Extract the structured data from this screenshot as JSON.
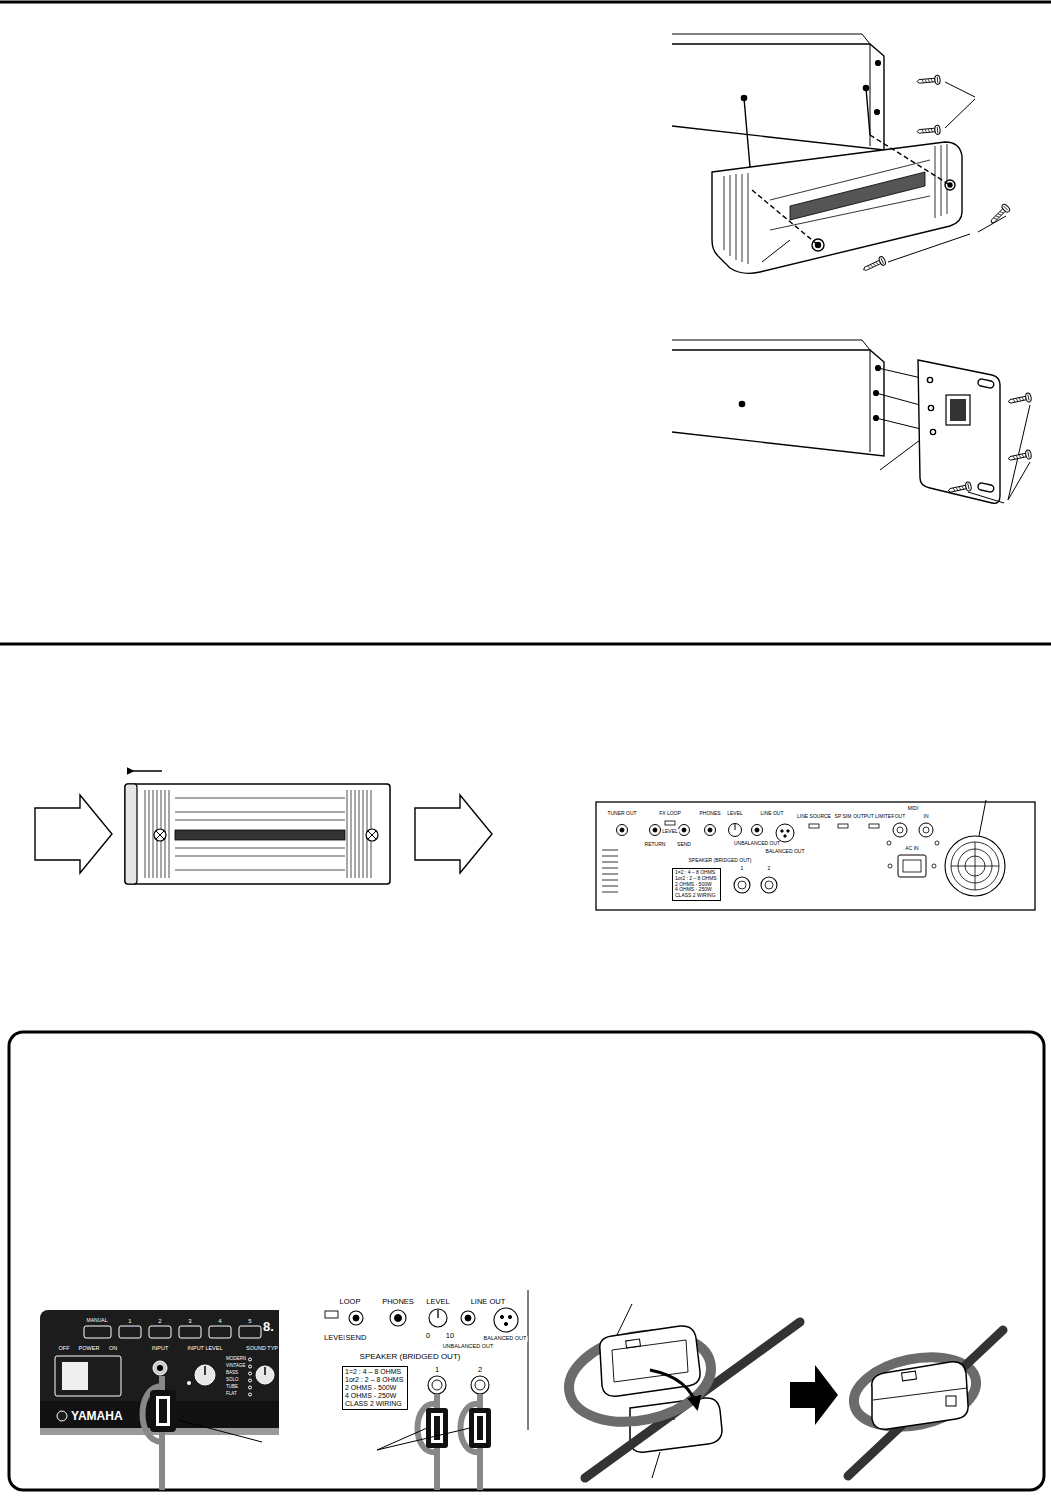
{
  "diagram": {
    "nodes": [
      {
        "text": [
          "1=2 : 4 – 8 OHMS",
          "1or2 : 2 – 8 OHMS",
          "2 OHMS - 500W",
          "4 OHMS - 250W",
          "CLASS 2 WIRING"
        ]
      },
      {
        "text": [
          "1=2 : 4 – 8 OHMS",
          "1or2 : 2 – 8 OHMS",
          "2 OHMS - 500W",
          "4 OHMS - 250W",
          "CLASS 2 WIRING"
        ]
      }
    ],
    "labels": [
      "TUNER OUT",
      "FX LOOP",
      "LEVEL",
      "RETURN",
      "SEND",
      "PHONES",
      "LEVEL",
      "LINE OUT",
      "UNBALANCED OUT",
      "BALANCED OUT",
      "LINE SOURCE",
      "SP SIM",
      "OUTPUT LIMITER",
      "MIDI",
      "OUT",
      "IN",
      "AC IN",
      "SPEAKER (BRIDGED OUT)",
      "1",
      "2",
      "MANUAL",
      "1",
      "2",
      "3",
      "4",
      "5",
      "8.",
      "OFF",
      "POWER",
      "ON",
      "INPUT",
      "INPUT LEVEL",
      "SOUND TYP",
      "MODERN",
      "VINTAGE",
      "BASS",
      "SOLO",
      "TUBE",
      "FLAT",
      "YAMAHA",
      "LOOP",
      "LEVEL",
      "SEND",
      "PHONES",
      "LEVEL",
      "0",
      "10",
      "LINE OUT",
      "UNBALANCED OUT",
      "BALANCED OUT",
      "SPEAKER (BRIDGED OUT)",
      "1",
      "2"
    ]
  }
}
